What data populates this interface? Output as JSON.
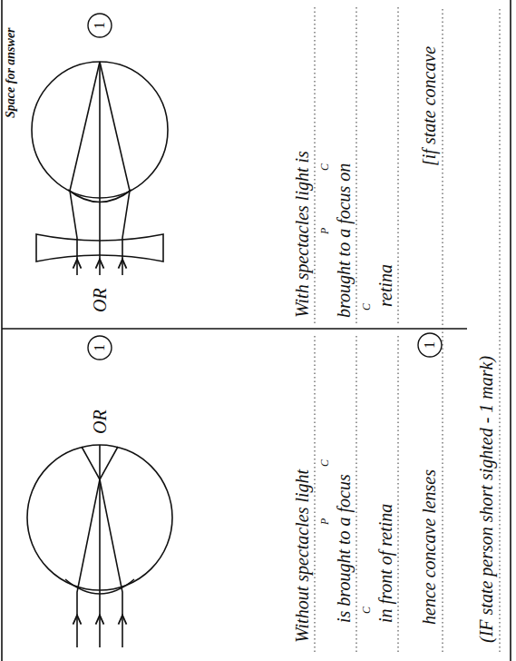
{
  "diagram": {
    "labels": [
      "Space for answer",
      "OR",
      "1",
      "OR",
      "1",
      "Without spectacles light",
      "P",
      "C",
      "is brought to a focus",
      "C",
      "in front of retina",
      "With spectacles light is",
      "P",
      "C",
      "brought to a focus on",
      "C",
      "retina",
      "hence concave lenses",
      "1",
      "[if state concave",
      "(IF state person short sighted - 1 mark)"
    ]
  }
}
